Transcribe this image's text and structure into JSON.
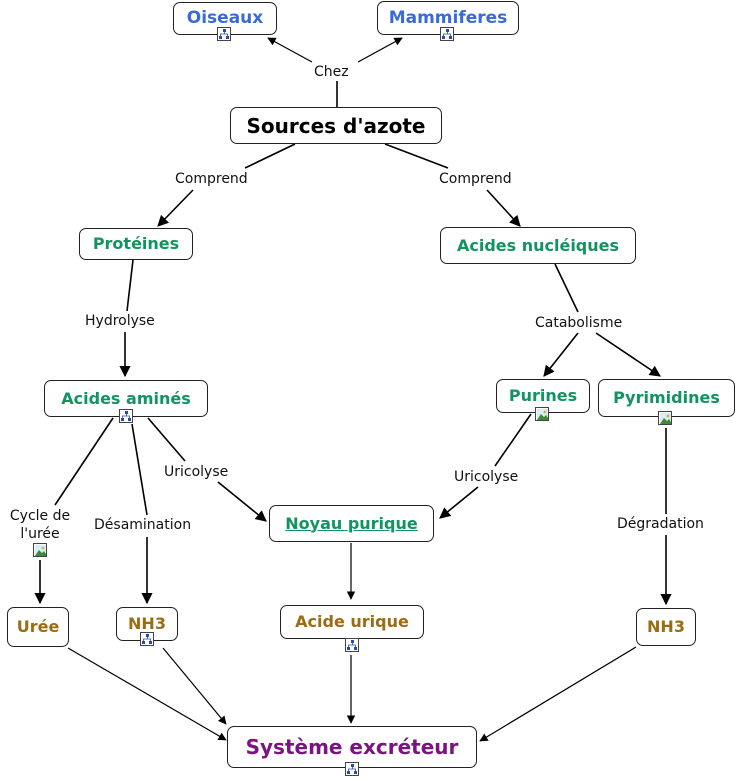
{
  "nodes": {
    "oiseaux": "Oiseaux",
    "mammiferes": "Mammiferes",
    "sources": "Sources d'azote",
    "proteines": "Protéines",
    "acides_nucleiques": "Acides nucléiques",
    "acides_amines": "Acides aminés",
    "purines": "Purines",
    "pyrimidines": "Pyrimidines",
    "noyau_purique": "Noyau purique",
    "uree": "Urée",
    "nh3_left": "NH3",
    "acide_urique": "Acide urique",
    "nh3_right": "NH3",
    "systeme": "Système excréteur"
  },
  "links": {
    "chez": "Chez",
    "comprend_left": "Comprend",
    "comprend_right": "Comprend",
    "hydrolyse": "Hydrolyse",
    "catabolisme": "Catabolisme",
    "cycle_uree_line1": "Cycle de",
    "cycle_uree_line2": "l'urée",
    "desamination": "Désamination",
    "uricolyse_left": "Uricolyse",
    "uricolyse_right": "Uricolyse",
    "degradation": "Dégradation"
  },
  "icons": {
    "concept_map": "concept-map-icon",
    "image": "image-icon"
  },
  "colors": {
    "blue": "#3a6ad8",
    "green": "#119460",
    "brown": "#9a6d12",
    "purple": "#7a1480",
    "black": "#000000"
  }
}
